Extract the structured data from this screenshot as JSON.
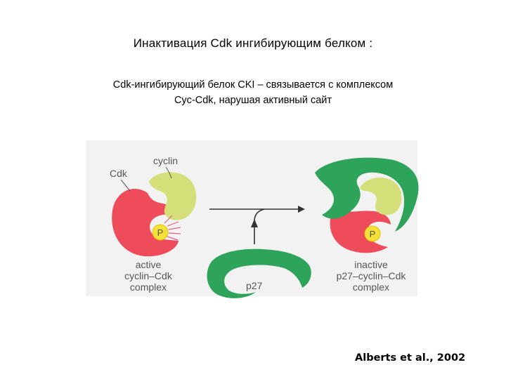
{
  "header": {
    "title": "Инактивация Cdk ингибирующим белком :",
    "subtitle_line1": "Cdk-ингибирующий белок CKI – связывается с комплексом",
    "subtitle_line2": "Cyc-Cdk, нарушая активный сайт"
  },
  "figure": {
    "labels": {
      "cdk": "Cdk",
      "cyclin": "cyclin",
      "phosphate_left": "P",
      "phosphate_right": "P",
      "active_line1": "active",
      "active_line2": "cyclin–Cdk",
      "active_line3": "complex",
      "p27": "p27",
      "inactive_line1": "inactive",
      "inactive_line2": "p27–cyclin–Cdk",
      "inactive_line3": "complex"
    },
    "colors": {
      "cdk": "#ee4b5b",
      "cyclin": "#d4df7a",
      "p27": "#2ea35a",
      "phosphate": "#f5e03a",
      "arrow": "#333333",
      "label": "#555555"
    }
  },
  "footer": {
    "citation": "Alberts et al., 2002"
  }
}
